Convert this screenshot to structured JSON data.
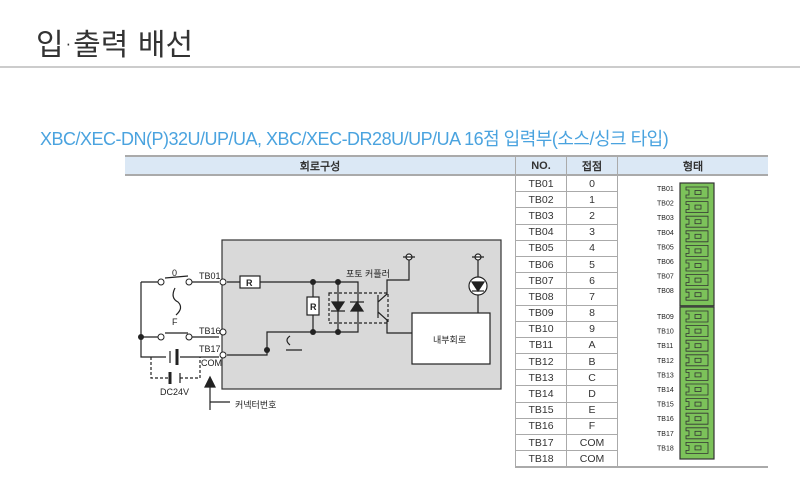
{
  "page_title": "입·출력 배선",
  "section_title": "XBC/XEC-DN(P)32U/UP/UA, XBC/XEC-DR28U/UP/UA 16점 입력부(소스/싱크 타입)",
  "table": {
    "headers": [
      "회로구성",
      "NO.",
      "접점",
      "형태"
    ],
    "rows": [
      [
        "TB01",
        "0"
      ],
      [
        "TB02",
        "1"
      ],
      [
        "TB03",
        "2"
      ],
      [
        "TB04",
        "3"
      ],
      [
        "TB05",
        "4"
      ],
      [
        "TB06",
        "5"
      ],
      [
        "TB07",
        "6"
      ],
      [
        "TB08",
        "7"
      ],
      [
        "TB09",
        "8"
      ],
      [
        "TB10",
        "9"
      ],
      [
        "TB11",
        "A"
      ],
      [
        "TB12",
        "B"
      ],
      [
        "TB13",
        "C"
      ],
      [
        "TB14",
        "D"
      ],
      [
        "TB15",
        "E"
      ],
      [
        "TB16",
        "F"
      ],
      [
        "TB17",
        "COM"
      ],
      [
        "TB18",
        "COM"
      ]
    ]
  },
  "circuit": {
    "switch_0": "0",
    "switch_f": "F",
    "tb01": "TB01",
    "tb16": "TB16",
    "tb17": "TB17",
    "com": "COM",
    "resistor": "R",
    "photocoupler": "포토 커플러",
    "internal": "내부회로",
    "power": "DC24V",
    "connector_no": "커넥터번호"
  },
  "connector": {
    "block1": [
      "TB01",
      "TB02",
      "TB03",
      "TB04",
      "TB05",
      "TB06",
      "TB07",
      "TB08"
    ],
    "block2": [
      "TB09",
      "TB10",
      "TB11",
      "TB12",
      "TB13",
      "TB14",
      "TB15",
      "TB16",
      "TB17",
      "TB18"
    ],
    "color": "#7cc25a"
  }
}
